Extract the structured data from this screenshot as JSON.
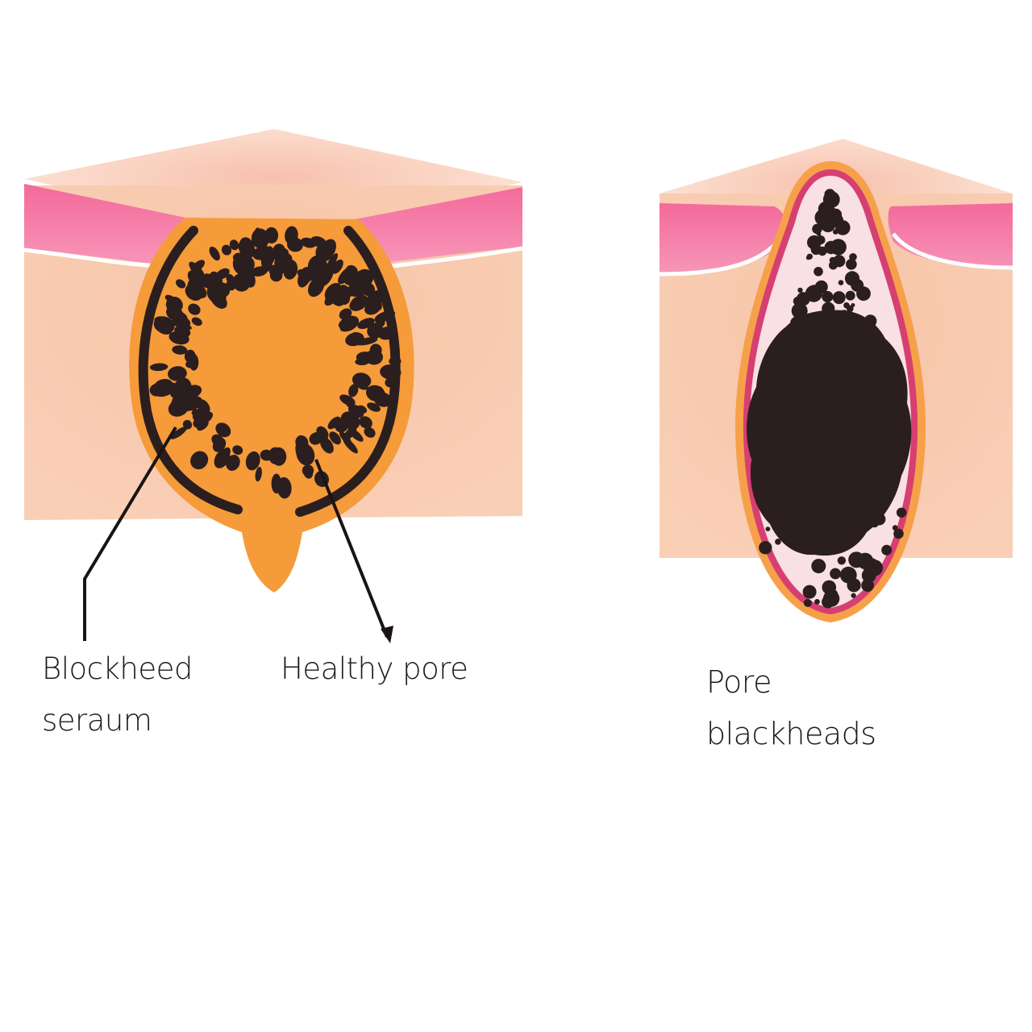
{
  "labels": {
    "blocked": {
      "line1": "Blockheed",
      "line2": "seraum"
    },
    "healthy": "Healthy pore",
    "blackheads": {
      "line1": "Pore",
      "line2": "blackheads"
    }
  },
  "colors": {
    "skin_top": "#f9d6c4",
    "skin_side": "#f7c5a6",
    "pink_layer": "#f06a9a",
    "pink_light": "#f59cbc",
    "orange_follicle": "#f59b3a",
    "sebum_dark": "#2b1e1f",
    "pore_fill": "#f8e0e4",
    "pore_rim": "#d63f72"
  }
}
